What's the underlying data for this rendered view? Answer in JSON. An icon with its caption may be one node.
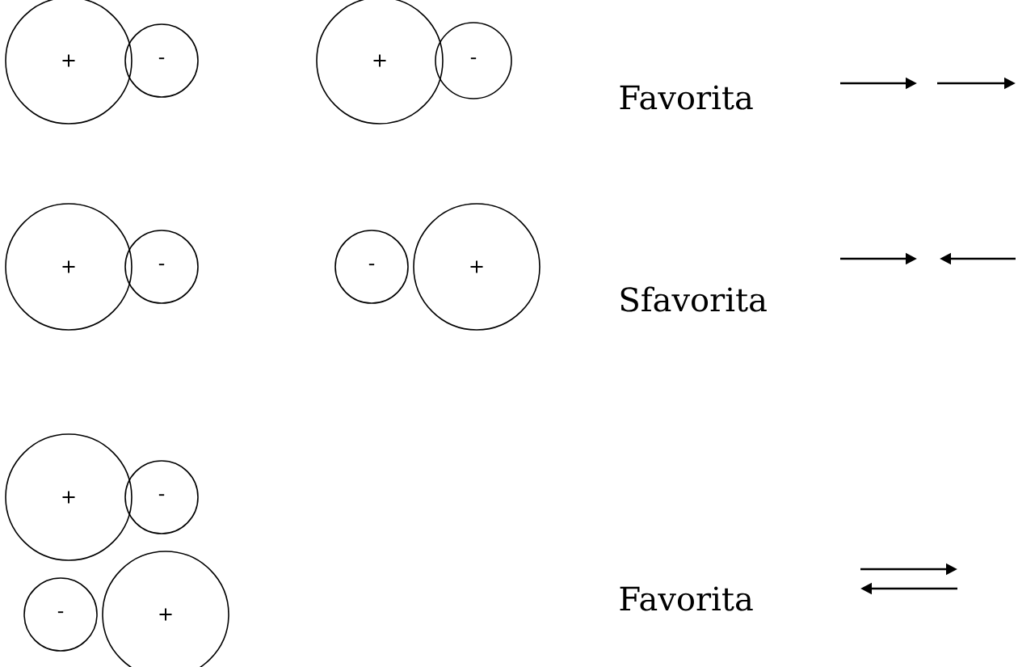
{
  "diagram": {
    "nodes": [
      {
        "text": [
          "+"
        ]
      },
      {
        "text": [
          "-"
        ]
      },
      {
        "text": [
          "+"
        ]
      },
      {
        "text": [
          "-"
        ]
      },
      {
        "text": [
          "+"
        ]
      },
      {
        "text": [
          "-"
        ]
      },
      {
        "text": [
          "-"
        ]
      },
      {
        "text": [
          "+"
        ]
      },
      {
        "text": [
          "+"
        ]
      },
      {
        "text": [
          "-"
        ]
      },
      {
        "text": [
          "-"
        ]
      },
      {
        "text": [
          "+"
        ]
      }
    ],
    "labels": [
      "Favorita",
      "Sfavorita",
      "Favorita"
    ]
  }
}
